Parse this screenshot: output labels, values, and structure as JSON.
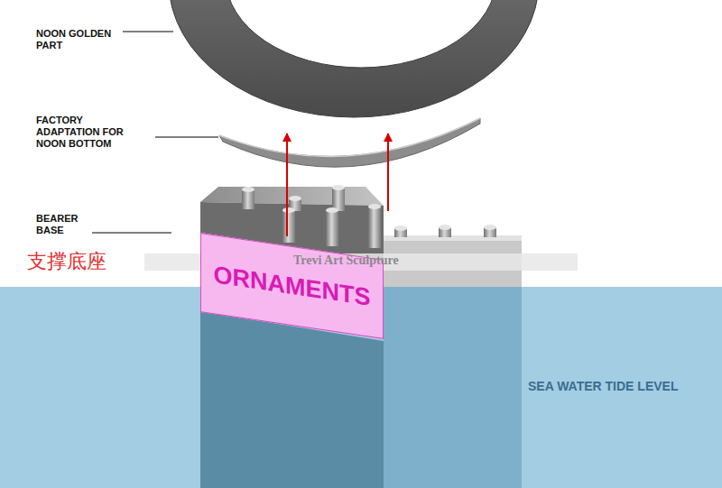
{
  "diagram": {
    "nodes": [
      {
        "text": [
          "ORNAMENTS"
        ]
      }
    ],
    "labels": [
      "NOON GOLDEN PART",
      "FACTORY ADAPTATION FOR NOON BOTTOM",
      "BEARER BASE",
      "支撑底座",
      "Trevi Art Sculpture",
      "SEA WATER TIDE LEVEL"
    ]
  }
}
